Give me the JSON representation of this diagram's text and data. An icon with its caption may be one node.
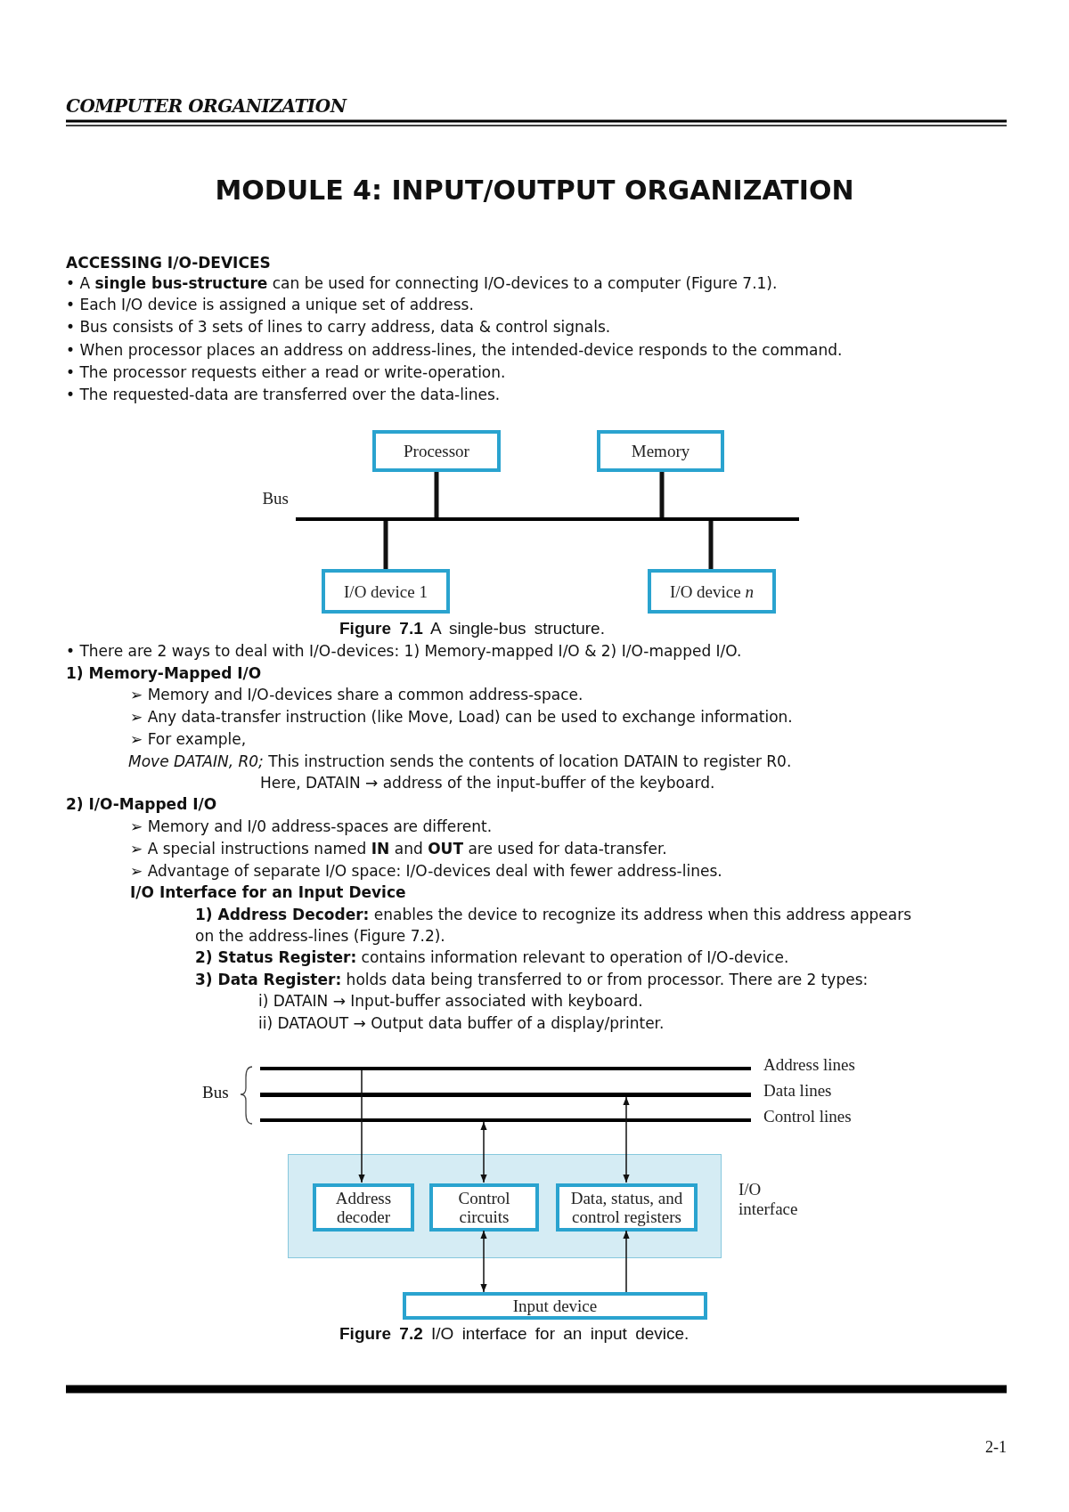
{
  "diagram": {
    "title": "MODULE 4: INPUT/OUTPUT ORGANIZATION",
    "nodes": [
      {
        "text": [
          "Processor"
        ]
      },
      {
        "text": [
          "Memory"
        ]
      },
      {
        "text": [],
        "shape": "bar",
        "beside": [
          "Bus"
        ]
      },
      {
        "text": [
          "I/O device 1"
        ]
      },
      {
        "text": [
          "I/O device *n*"
        ]
      },
      {
        "text": [],
        "shape": "bar",
        "beside": [
          "Address lines"
        ]
      },
      {
        "text": [],
        "shape": "bar",
        "beside": [
          "Data lines"
        ]
      },
      {
        "text": [],
        "shape": "bar",
        "beside": [
          "Control lines"
        ]
      },
      {
        "text": [
          "I/O interface"
        ]
      },
      {
        "text": [
          "Address decoder"
        ],
        "in": 8
      },
      {
        "text": [
          "Control circuits"
        ],
        "in": 8
      },
      {
        "text": [
          "Data, status, and control registers"
        ],
        "in": 8
      },
      {
        "text": [
          "Input device"
        ]
      }
    ],
    "edges": [
      {
        "from": 0,
        "to": 2,
        "arrow": "none",
        "style": "thick"
      },
      {
        "from": 1,
        "to": 2,
        "arrow": "none",
        "style": "thick"
      },
      {
        "from": 2,
        "to": 3,
        "arrow": "none",
        "style": "thick"
      },
      {
        "from": 2,
        "to": 4,
        "arrow": "none",
        "style": "thick"
      },
      {
        "from": 5,
        "to": 9,
        "arrow": "to"
      },
      {
        "from": 7,
        "to": 10,
        "arrow": "both"
      },
      {
        "from": 6,
        "to": 11,
        "arrow": "both"
      },
      {
        "from": 10,
        "to": 12,
        "arrow": "both"
      },
      {
        "from": 12,
        "to": 11,
        "arrow": "to"
      }
    ],
    "labels": [
      "COMPUTER ORGANIZATION",
      "ACCESSING I/O-DEVICES",
      "• A **single bus-structure** can be used for connecting I/O-devices to a computer (Figure 7.1).",
      "• Each I/O device is assigned a unique set of address.",
      "• Bus consists of 3 sets of lines to carry address, data & control signals.",
      "• When processor places an address on address-lines, the intended-device responds to the command.",
      "• The processor requests either a read or write-operation.",
      "• The requested-data are transferred over the data-lines.",
      "**Figure 7.1** A single-bus structure.",
      "• There are 2 ways to deal with I/O-devices: 1) Memory-mapped I/O & 2) I/O-mapped I/O.",
      "1) Memory-Mapped I/O",
      "➢ Memory and I/O-devices share a common address-space.",
      "➢ Any data-transfer instruction (like Move, Load) can be used to exchange information.",
      "➢ For example,",
      "*Move DATAIN, R0;* This instruction sends the contents of location DATAIN to register R0.",
      "Here, DATAIN → address of the input-buffer of the keyboard.",
      "2) I/O-Mapped I/O",
      "➢ Memory and I/0 address-spaces are different.",
      "➢ A special instructions named **IN** and **OUT** are used for data-transfer.",
      "➢ Advantage of separate I/O space: I/O-devices deal with fewer address-lines.",
      "I/O Interface for an Input Device",
      "**1) Address Decoder:** enables the device to recognize its address when this address appears on the address-lines (Figure 7.2).",
      "**2) Status Register:** contains information relevant to operation of I/O-device.",
      "**3) Data Register:** holds data being transferred to or from processor. There are 2 types:",
      "i) DATAIN → Input-buffer associated with keyboard.",
      "ii) DATAOUT → Output data buffer of a display/printer.",
      "Bus",
      "**Figure 7.2** I/O interface for an input device.",
      "2-1"
    ]
  }
}
